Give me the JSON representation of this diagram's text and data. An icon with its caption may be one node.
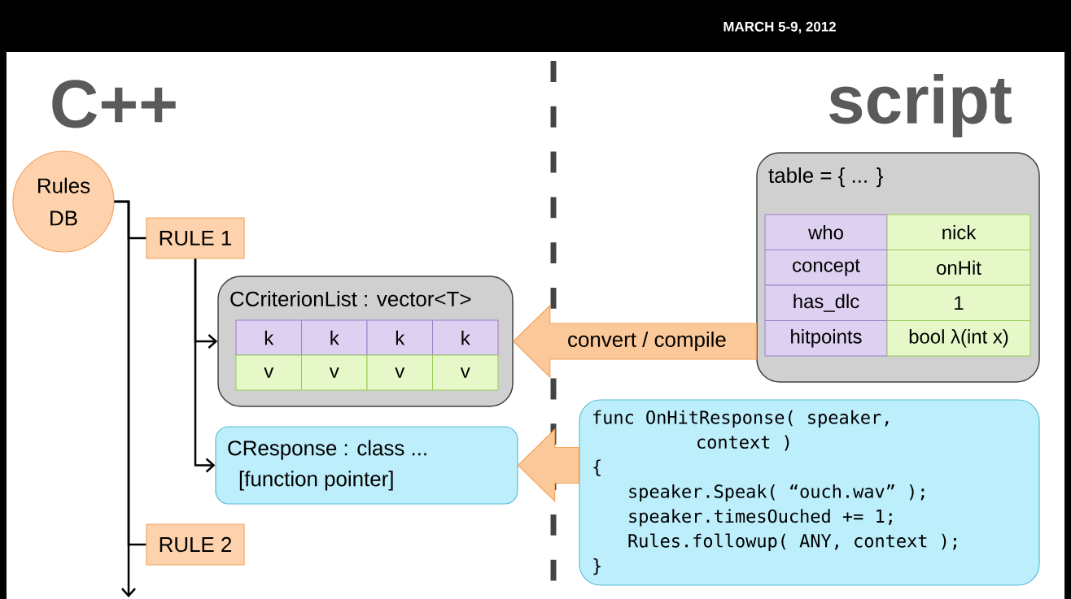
{
  "diagram": {
    "nodes": [
      {
        "text": [
          "Rules DB"
        ]
      },
      {
        "text": [
          "RULE 1"
        ]
      },
      {
        "text": [
          "CCriterionList : vector<T>"
        ]
      },
      {
        "text": [
          "k"
        ],
        "in": 2
      },
      {
        "text": [
          "k"
        ],
        "in": 2
      },
      {
        "text": [
          "k"
        ],
        "in": 2
      },
      {
        "text": [
          "k"
        ],
        "in": 2
      },
      {
        "text": [
          "v"
        ],
        "in": 2
      },
      {
        "text": [
          "v"
        ],
        "in": 2
      },
      {
        "text": [
          "v"
        ],
        "in": 2
      },
      {
        "text": [
          "v"
        ],
        "in": 2
      },
      {
        "text": [
          "CResponse : class ...",
          "[function pointer]"
        ]
      },
      {
        "text": [
          "RULE 2"
        ]
      },
      {
        "text": [
          "table = { ... }"
        ]
      },
      {
        "text": [
          "who"
        ],
        "in": 13
      },
      {
        "text": [
          "nick"
        ],
        "in": 13
      },
      {
        "text": [
          "concept"
        ],
        "in": 13
      },
      {
        "text": [
          "onHit"
        ],
        "in": 13
      },
      {
        "text": [
          "has_dlc"
        ],
        "in": 13
      },
      {
        "text": [
          "1"
        ],
        "in": 13
      },
      {
        "text": [
          "hitpoints"
        ],
        "in": 13
      },
      {
        "text": [
          "bool λ(int x)"
        ],
        "in": 13
      },
      {
        "text": [
          "func OnHitResponse( speaker,",
          "context )",
          "{",
          "speaker.Speak( “ouch.wav” );",
          "speaker.timesOuched += 1;",
          "Rules.followup( ANY, context );",
          "}"
        ]
      }
    ],
    "edges": [
      {
        "from": 0,
        "to": 1,
        "arrow": "none"
      },
      {
        "from": 0,
        "to": 12,
        "arrow": "none"
      },
      {
        "from": 0,
        "to": null,
        "arrow": "to"
      },
      {
        "from": 1,
        "to": 2,
        "arrow": "to"
      },
      {
        "from": 1,
        "to": 11,
        "arrow": "to"
      },
      {
        "from": 13,
        "to": 2,
        "arrow": "to",
        "label": "convert / compile",
        "style": "thick",
        "color": "#fbc89a"
      },
      {
        "from": 22,
        "to": 11,
        "arrow": "to",
        "style": "thick",
        "color": "#fbc89a"
      }
    ],
    "labels": [
      "MARCH 5-9, 2012",
      "C++",
      "script"
    ]
  }
}
